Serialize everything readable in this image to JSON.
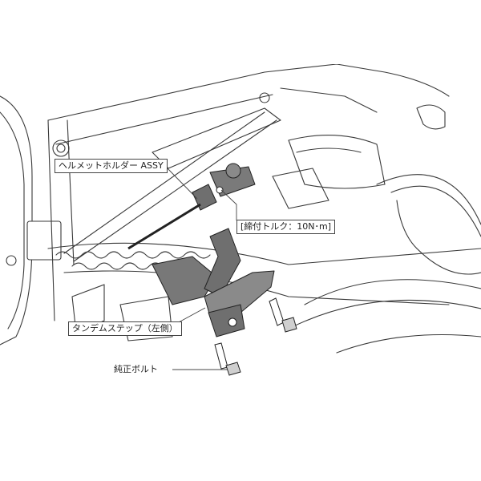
{
  "callouts": {
    "helmet_holder": "ヘルメットホルダー ASSY",
    "torque": "[締付トルク：10N･m]",
    "tandem_step": "タンデムステップ（左側）",
    "genuine_bolt": "純正ボルト"
  },
  "colors": {
    "line": "#3a3a3a",
    "part_dark": "#6f6f6f",
    "part_mid": "#8a8a8a",
    "background": "#ffffff"
  }
}
